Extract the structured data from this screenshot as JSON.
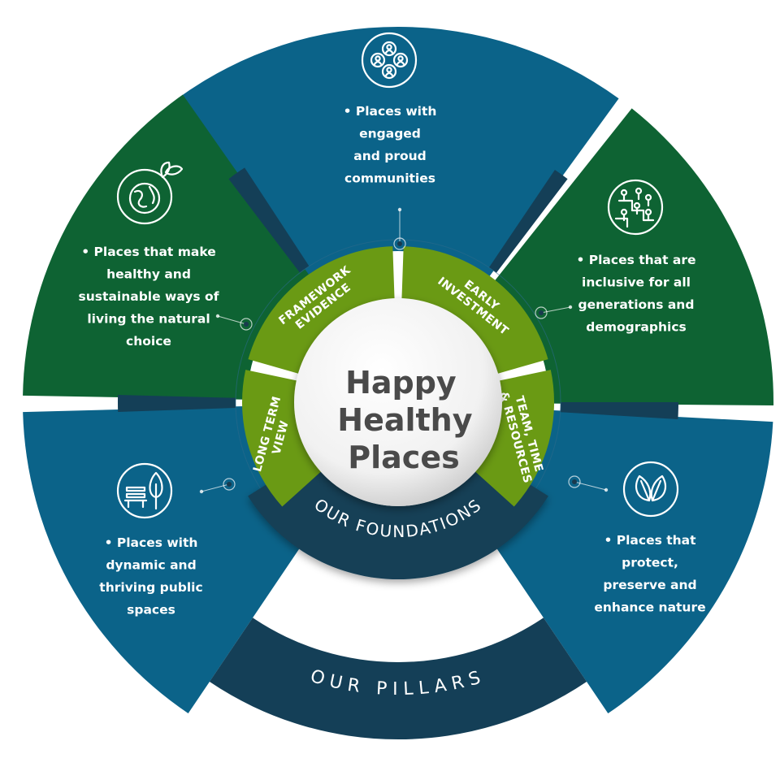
{
  "center": {
    "title_lines": [
      "Happy",
      "Healthy",
      "Places"
    ]
  },
  "pillars": [
    {
      "lines": [
        "• Places with",
        "engaged",
        "and proud",
        "communities"
      ],
      "icon": "community-icon"
    },
    {
      "lines": [
        "• Places that are",
        "inclusive for all",
        "generations and",
        "demographics"
      ],
      "icon": "inclusive-globe-icon"
    },
    {
      "lines": [
        "• Places that",
        "protect,",
        "preserve and",
        "enhance nature"
      ],
      "icon": "leaves-icon"
    },
    {
      "lines": [
        "• Places with",
        "dynamic and",
        "thriving public",
        "spaces"
      ],
      "icon": "park-bench-tree-icon"
    },
    {
      "lines": [
        "• Places that make",
        "healthy and",
        "sustainable ways of",
        "living the natural",
        "choice"
      ],
      "icon": "earth-cycle-icon"
    }
  ],
  "foundations": [
    {
      "lines": [
        "FRAMEWORK",
        "EVIDENCE"
      ]
    },
    {
      "lines": [
        "EARLY",
        "INVESTMENT"
      ]
    },
    {
      "lines": [
        "TEAM, TIME",
        "& RESOURCES"
      ]
    },
    {
      "lines": [
        "LONG TERM",
        "VIEW"
      ]
    }
  ],
  "foundations_label": "OUR FOUNDATIONS",
  "pillars_label": "OUR PILLARS",
  "colors": {
    "green": "#0e6333",
    "blue": "#0b6389",
    "navy": "#143f57",
    "olive": "#6a9a14",
    "center_text": "#4a4a4a"
  }
}
